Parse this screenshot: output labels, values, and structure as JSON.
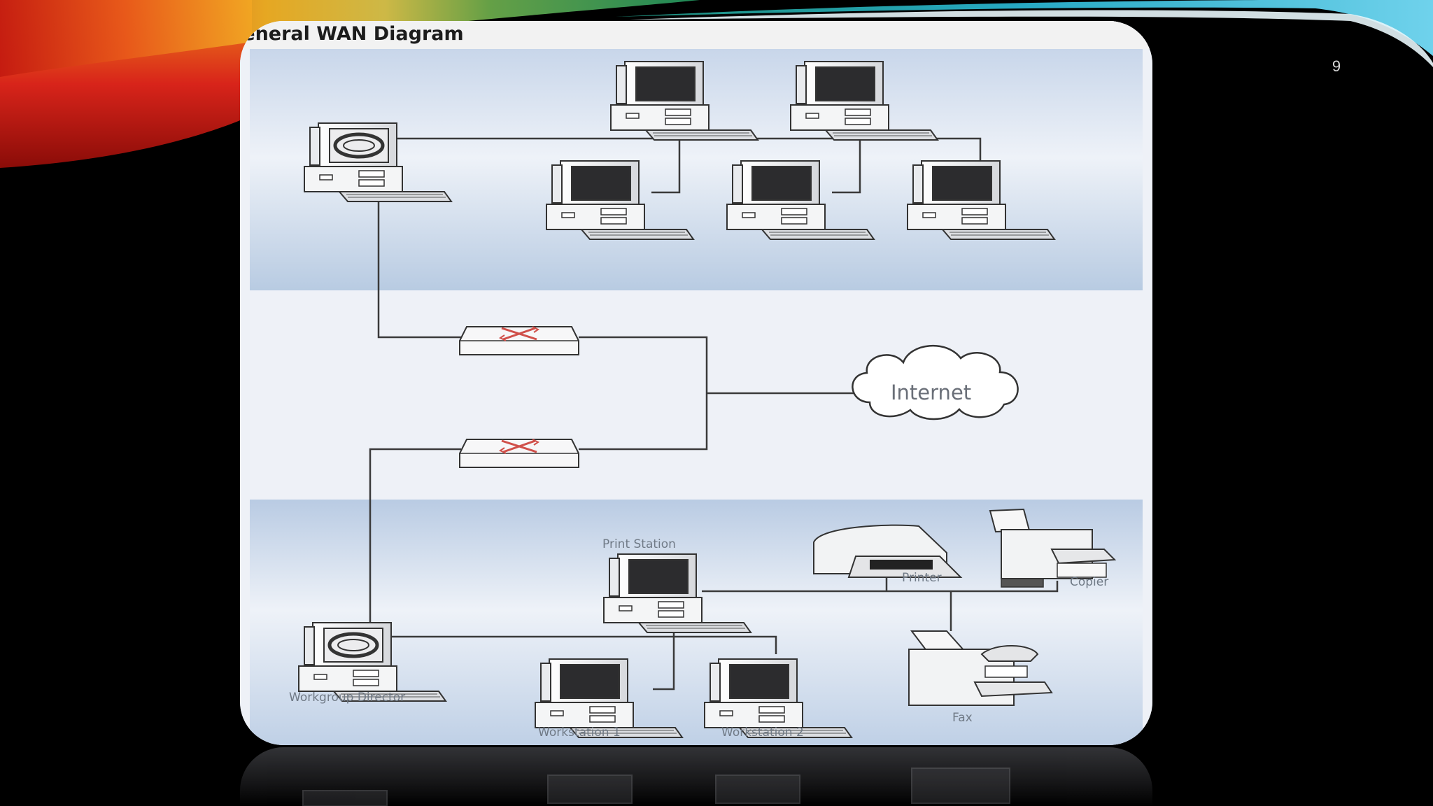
{
  "slide": {
    "number": "9"
  },
  "diagram": {
    "title": "ieneral WAN Diagram",
    "cloud_label": "Internet",
    "labels": {
      "print_station": "Print Station",
      "printer": "Printer",
      "copier": "Copier",
      "fax": "Fax",
      "workgroup_director": "Workgroup Director",
      "workstation_1": "Workstation 1",
      "workstation_2": "Workstation 2"
    }
  },
  "colors": {
    "background": "#000000",
    "panel_top": "#c9d7ea",
    "panel_light": "#eef1f7",
    "line": "#3a3a3a",
    "router_mark": "#d0504a"
  }
}
